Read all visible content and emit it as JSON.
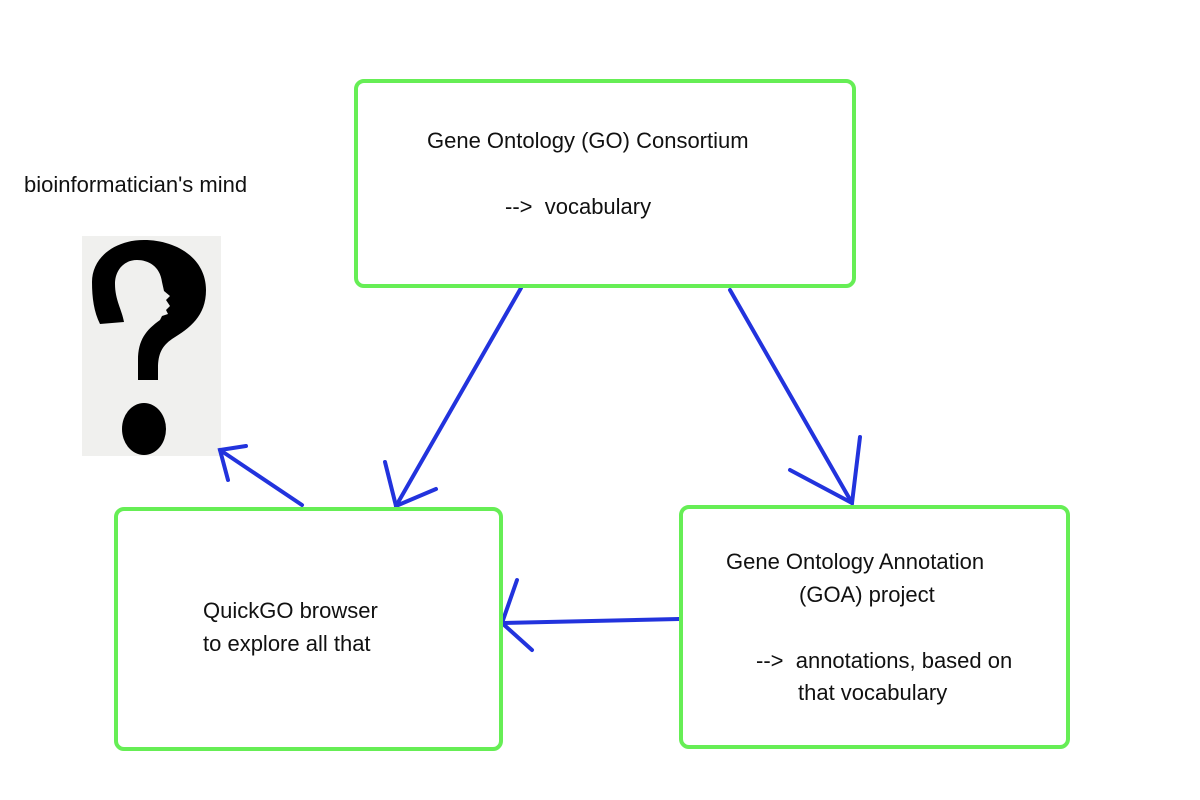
{
  "mind_label": "bioinformatician's mind",
  "go_box": {
    "title": "Gene Ontology (GO) Consortium",
    "note": "-->  vocabulary"
  },
  "goa_box": {
    "line1": "Gene Ontology Annotation",
    "line2": "(GOA) project",
    "note_line1": "-->  annotations, based on",
    "note_line2": "that vocabulary"
  },
  "quickgo_box": {
    "line1": "QuickGO browser",
    "line2": "to explore all that"
  },
  "colors": {
    "box_border": "#66ee55",
    "arrow": "#2233dd",
    "image_bg": "#f0f0ee"
  },
  "icons": {
    "mind_image": "question-mark-head-silhouette-icon"
  }
}
